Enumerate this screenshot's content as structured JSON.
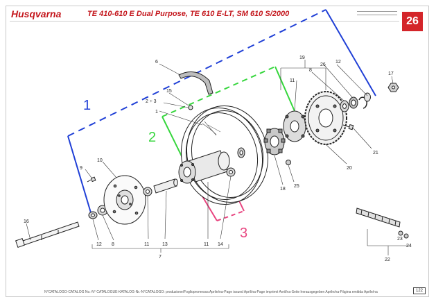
{
  "header": {
    "brand": "Husqvarna",
    "model_title": "TE 410-610 E Dual Purpose, TE 610 E-LT, SM 610 S/2000",
    "page_badge": "26"
  },
  "groups": {
    "group_1": {
      "label": "1",
      "color": "#1f3fd6"
    },
    "group_2": {
      "label": "2",
      "color": "#35d63c"
    },
    "group_3": {
      "label": "3",
      "color": "#e8447f"
    }
  },
  "callouts": {
    "c6a": "6",
    "c15": "15",
    "c2_3": "2 ÷ 3",
    "c1": "1",
    "c9": "9",
    "c10": "10",
    "c19": "19",
    "c12a": "12",
    "c8a": "8",
    "c26": "26",
    "c11a": "11",
    "c17": "17",
    "c21": "21",
    "c20": "20",
    "c25": "25",
    "c18": "18",
    "c16": "16",
    "c12b": "12",
    "c8b": "8",
    "c11b": "11",
    "c13": "13",
    "c11c": "11",
    "c14": "14",
    "c7": "7",
    "c22": "22",
    "c23": "23",
    "c24": "24"
  },
  "footer": {
    "text": "N°CATALOGO-CATALOG No.-N° CATALOGUE-KATALOG-Nr.-N°CATALOGO: produzione/Fogliopromessa Aprile/na-Page issued April/na-Page imprimé Avril/na-Seite herausgegeben Aprile/na-Página emitida Aprile/na",
    "page_number": "122"
  },
  "colors": {
    "brand_red": "#c4161c",
    "badge_red": "#d4252a"
  }
}
